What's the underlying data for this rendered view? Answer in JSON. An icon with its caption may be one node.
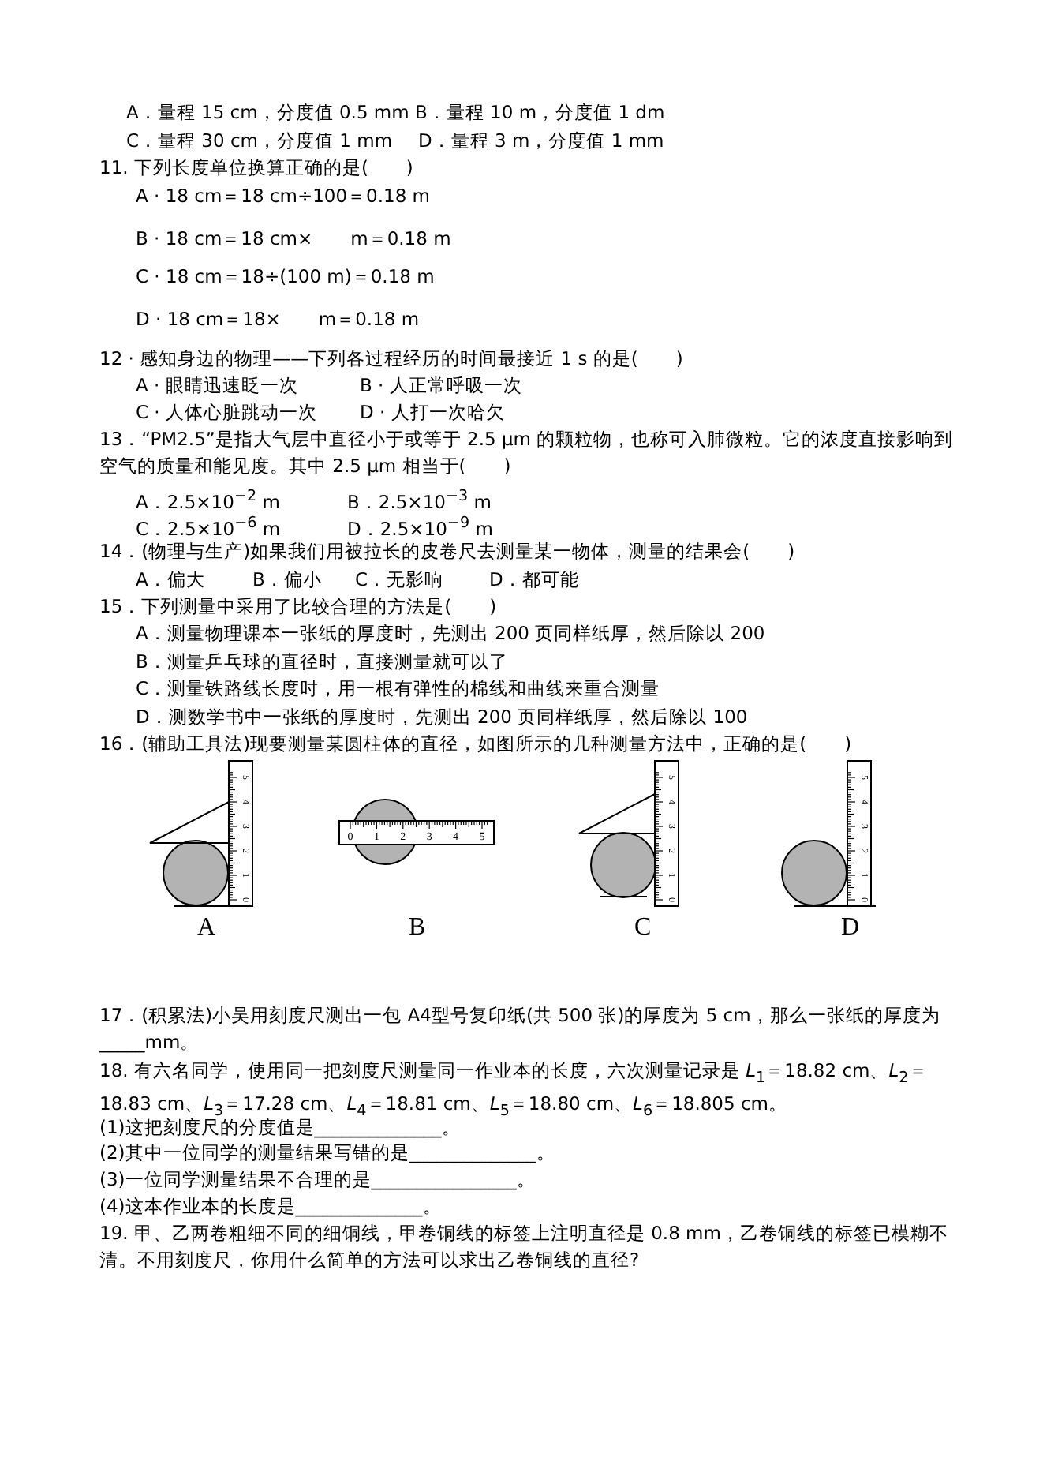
{
  "diagram": {
    "labels": [
      "A．量程 15 cm，分度值 0.5 mm",
      "B．量程 10 m，分度值 1 dm",
      "C．量程 30 cm，分度值 1 mm",
      "D．量程 3 m，分度值 1 mm",
      "11. 下列长度单位换算正确的是(　　)",
      "A · 18 cm＝18 cm÷100＝0.18 m",
      "B · 18 cm＝18 cm×　　m＝0.18 m",
      "C · 18 cm＝18÷(100 m)＝0.18 m",
      "D · 18 cm＝18×　　m＝0.18 m",
      "12 · 感知身边的物理——下列各过程经历的时间最接近 1 s 的是(　　)",
      "A · 眼睛迅速眨一次",
      "B · 人正常呼吸一次",
      "C · 人体心脏跳动一次",
      "D · 人打一次哈欠",
      "13．“PM2.5”是指大气层中直径小于或等于 2.5 μm 的颗粒物，也称可入肺微粒。它的浓度直接影响到空气的质量和能见度。其中 2.5 μm 相当于(　　)",
      "A．2.5×10$^{−2}$ m",
      "B．2.5×10$^{−3}$ m",
      "C．2.5×10$^{−6}$ m",
      "D．2.5×10$^{−9}$ m",
      "14．(物理与生产)如果我们用被拉长的皮卷尺去测量某一物体，测量的结果会(　　)",
      "A．偏大",
      "B．偏小",
      "C．无影响",
      "D．都可能",
      "15．下列测量中采用了比较合理的方法是(　　)",
      "A．测量物理课本一张纸的厚度时，先测出 200 页同样纸厚，然后除以 200",
      "B．测量乒乓球的直径时，直接测量就可以了",
      "C．测量铁路线长度时，用一根有弹性的棉线和曲线来重合测量",
      "D．测数学书中一张纸的厚度时，先测出 200 页同样纸厚，然后除以 100",
      "16．(辅助工具法)现要测量某圆柱体的直径，如图所示的几种测量方法中，正确的是(　　)",
      "0",
      "1",
      "2",
      "3",
      "4",
      "5",
      "0",
      "1",
      "2",
      "3",
      "4",
      "5",
      "0",
      "1",
      "2",
      "3",
      "4",
      "5",
      "0",
      "1",
      "2",
      "3",
      "4",
      "5",
      "A",
      "B",
      "C",
      "D",
      "17．(积累法)小吴用刻度尺测出一包 A4型号复印纸(共 500 张)的厚度为 5 cm，那么一张纸的厚度为_____mm。",
      "18. 有六名同学，使用同一把刻度尺测量同一作业本的长度，六次测量记录是 *L*$_{1}$＝18.82 cm、*L*$_{2}$＝18.83 cm、*L*$_{3}$＝17.28 cm、*L*$_{4}$＝18.81 cm、*L*$_{5}$＝18.80 cm、*L*$_{6}$＝18.805 cm。",
      "(1)这把刻度尺的分度值是______________。",
      "(2)其中一位同学的测量结果写错的是______________。",
      "(3)一位同学测量结果不合理的是________________。",
      "(4)这本作业本的长度是______________。",
      "19. 甲、乙两卷粗细不同的细铜线，甲卷铜线的标签上注明直径是 0.8 mm，乙卷铜线的标签已模糊不清。不用刻度尺，你用什么简单的方法可以求出乙卷铜线的直径?"
    ]
  }
}
